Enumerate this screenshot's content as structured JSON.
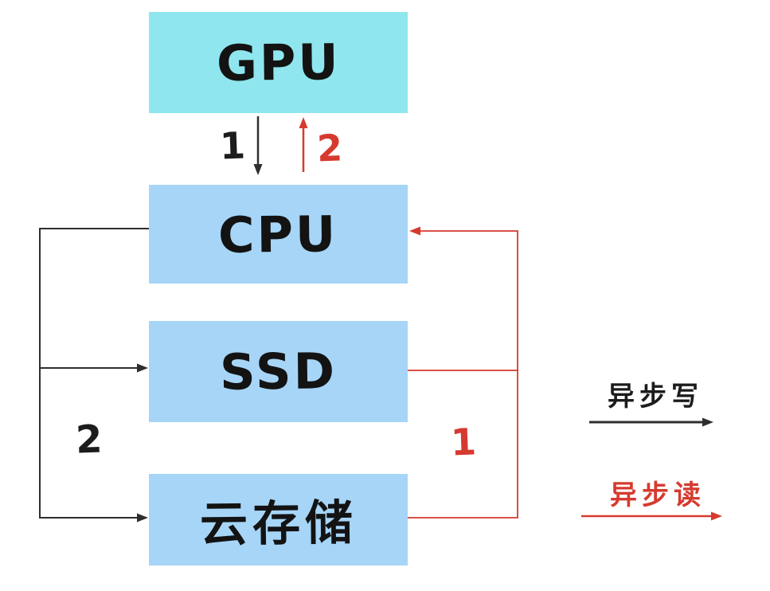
{
  "colors": {
    "ink": "#1c1c1c",
    "line_black": "#2e2e2e",
    "red": "#d63a2f",
    "gpu_fill": "#8fe6ee",
    "node_fill": "#a6d5f7"
  },
  "nodes": {
    "gpu": {
      "label": "GPU",
      "fill": "#8fe6ee"
    },
    "cpu": {
      "label": "CPU",
      "fill": "#a6d5f7"
    },
    "ssd": {
      "label": "SSD",
      "fill": "#a6d5f7"
    },
    "cloud": {
      "label": "云存储",
      "fill": "#a6d5f7"
    }
  },
  "edge_labels": {
    "gpu_to_cpu_step": "1",
    "cpu_to_gpu_step": "2",
    "cpu_to_storage_step": "2",
    "storage_to_cpu_step": "1"
  },
  "legend": {
    "async_write": {
      "label": "异步写",
      "color": "#1c1c1c"
    },
    "async_read": {
      "label": "异步读",
      "color": "#d63a2f"
    }
  }
}
